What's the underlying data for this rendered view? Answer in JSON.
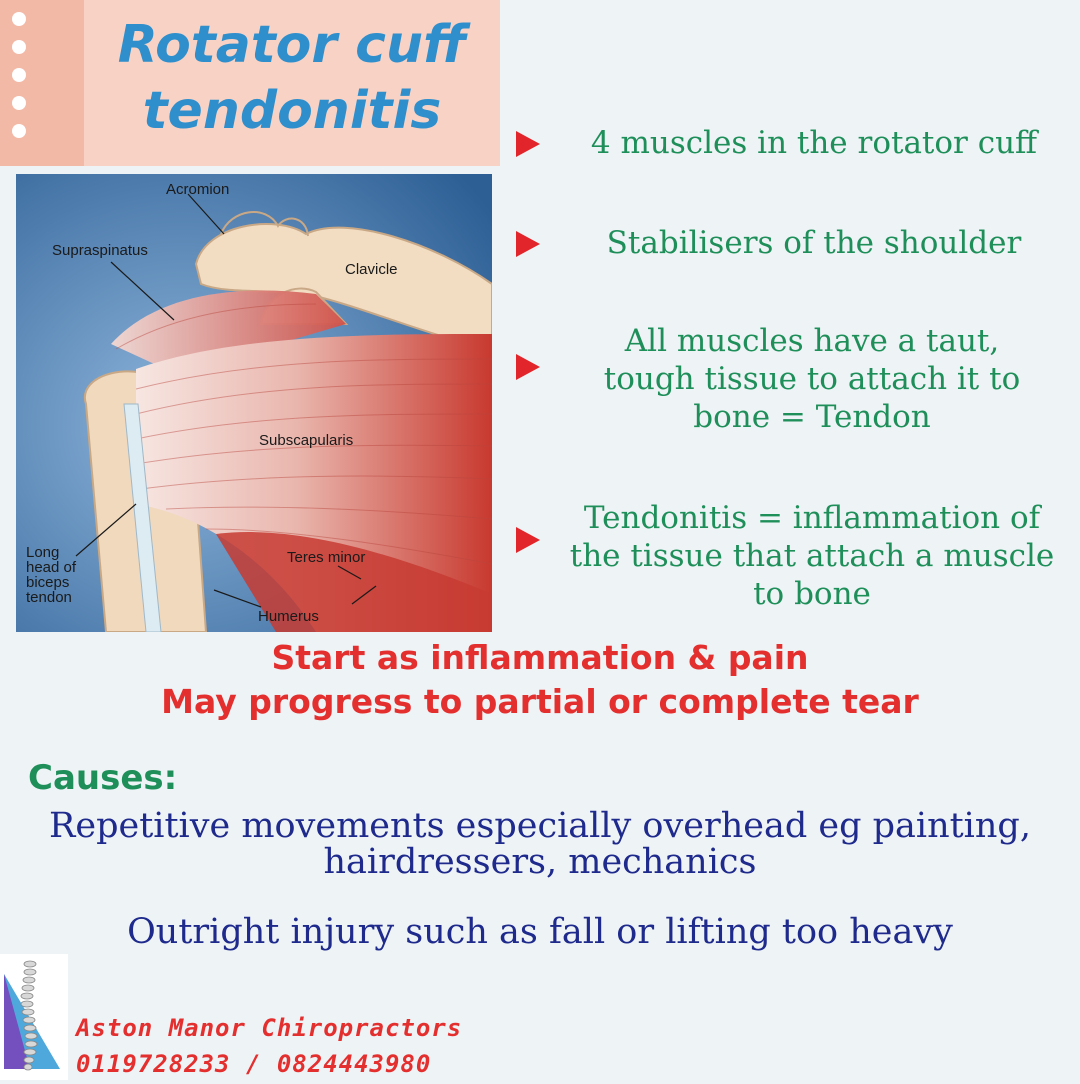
{
  "title": {
    "line1": "Rotator cuff",
    "line2": "tendonitis"
  },
  "anatomy": {
    "labels": {
      "acromion": "Acromion",
      "supraspinatus": "Supraspinatus",
      "clavicle": "Clavicle",
      "subscapularis": "Subscapularis",
      "long_head_1": "Long",
      "long_head_2": "head of",
      "long_head_3": "biceps",
      "long_head_4": "tendon",
      "teres_minor": "Teres minor",
      "humerus": "Humerus"
    }
  },
  "bullets": [
    {
      "text": "4 muscles in the rotator cuff"
    },
    {
      "text": "Stabilisers of the shoulder"
    },
    {
      "text": "All muscles have a taut, tough tissue to attach it to bone = Tendon"
    },
    {
      "text": "Tendonitis = inflammation of the tissue that attach a muscle to bone"
    }
  ],
  "warning": {
    "line1": "Start as inflammation & pain",
    "line2": "May progress to partial or complete tear"
  },
  "causes": {
    "heading": "Causes:",
    "item1": "Repetitive movements especially overhead eg painting, hairdressers, mechanics",
    "item2": "Outright injury such as fall or lifting too heavy"
  },
  "company": {
    "name": "Aston Manor Chiropractors",
    "phones": "0119728233 / 0824443980"
  },
  "colors": {
    "title": "#2f8fcc",
    "bullet_text": "#1f8f5a",
    "arrow": "#e2252a",
    "warning": "#e42f2f",
    "causes_text": "#1e2a8c"
  }
}
